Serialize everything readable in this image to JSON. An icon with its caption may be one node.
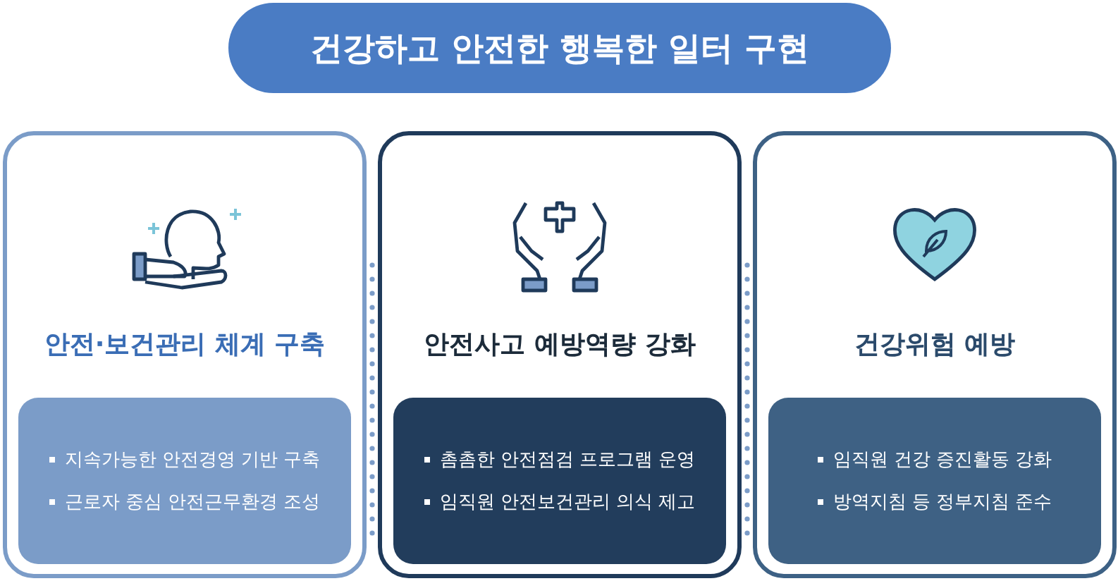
{
  "diagram": {
    "nodes": [
      {
        "text": [
          "건강하고 안전한 행복한 일터 구현"
        ]
      },
      {
        "text": [
          "안전·보건관리 체계 구축"
        ]
      },
      {
        "text": [
          "지속가능한 안전경영 기반 구축",
          "근로자 중심 안전근무환경 조성"
        ],
        "in": 1
      },
      {
        "text": [
          "안전사고 예방역량 강화"
        ]
      },
      {
        "text": [
          "촘촘한 안전점검 프로그램 운영",
          "임직원 안전보건관리 의식 제고"
        ],
        "in": 3
      },
      {
        "text": [
          "건강위험 예방"
        ]
      },
      {
        "text": [
          "임직원 건강 증진활동 강화",
          "방역지침 등 정부지침 준수"
        ],
        "in": 5
      }
    ],
    "edges": []
  }
}
